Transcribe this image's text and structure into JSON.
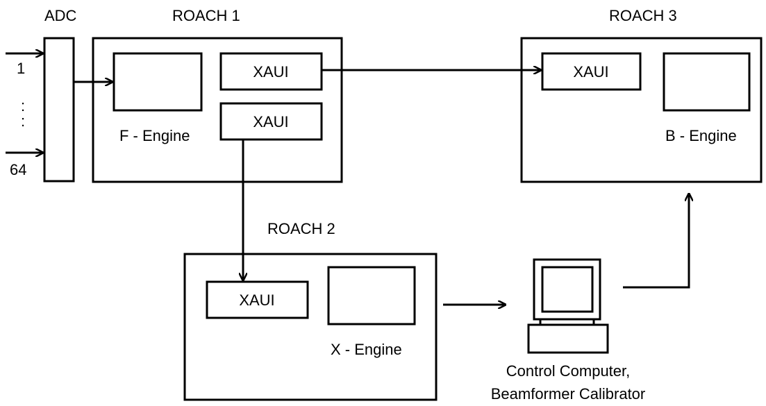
{
  "labels": {
    "adc": "ADC",
    "roach1": "ROACH 1",
    "roach2": "ROACH 2",
    "roach3": "ROACH 3",
    "input_first": "1",
    "input_dots": ":",
    "input_last": "64",
    "xaui": "XAUI",
    "f_engine": "F - Engine",
    "x_engine": "X - Engine",
    "b_engine": "B - Engine",
    "computer_line1": "Control Computer,",
    "computer_line2": "Beamformer Calibrator"
  },
  "colors": {
    "stroke": "#000000",
    "background": "#ffffff"
  }
}
